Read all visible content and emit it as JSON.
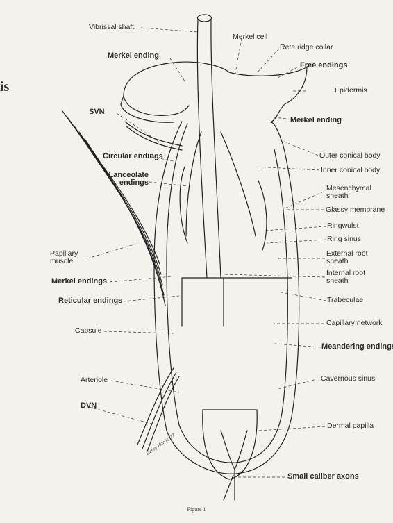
{
  "fragment": "is",
  "caption": "Figure 1",
  "signature": "Henry Harris '77",
  "labels": {
    "vibrissal_shaft": "Vibrissal shaft",
    "merkel_cell": "Merkel cell",
    "rete_ridge_collar": "Rete ridge collar",
    "merkel_ending_top": "Merkel ending",
    "free_endings": "Free endings",
    "epidermis": "Epidermis",
    "svn": "SVN",
    "merkel_ending_right": "Merkel ending",
    "circular_endings": "Circular endings",
    "outer_conical_body": "Outer conical body",
    "lanceolate_endings": "Lanceolate endings",
    "inner_conical_body": "Inner conical body",
    "mesenchymal_sheath": "Mesenchymal sheath",
    "glassy_membrane": "Glassy membrane",
    "ringwulst": "Ringwulst",
    "ring_sinus": "Ring sinus",
    "papillary_muscle": "Papillary muscle",
    "external_root_sheath": "External root sheath",
    "internal_root_sheath": "Internal root sheath",
    "merkel_endings": "Merkel endings",
    "trabeculae": "Trabeculae",
    "reticular_endings": "Reticular endings",
    "capillary_network": "Capillary network",
    "capsule": "Capsule",
    "meandering_endings": "Meandering endings",
    "arteriole": "Arteriole",
    "cavernous_sinus": "Cavernous sinus",
    "dvn": "DVN",
    "dermal_papilla": "Dermal papilla",
    "small_caliber_axons": "Small caliber axons"
  }
}
